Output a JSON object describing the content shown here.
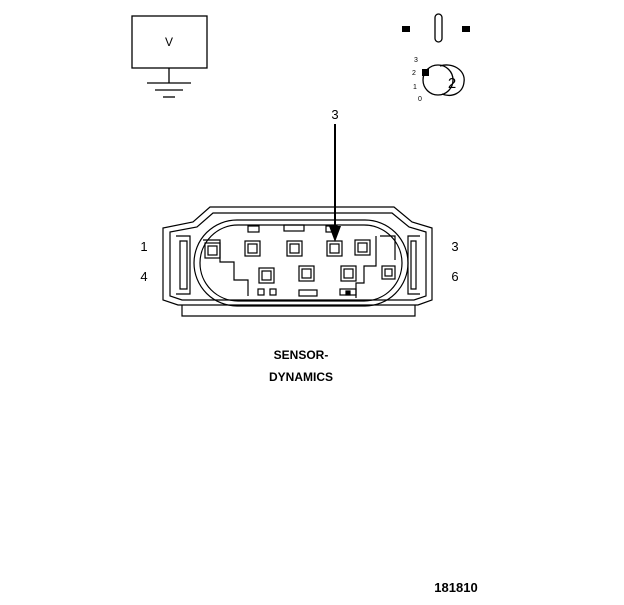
{
  "voltmeter": {
    "symbol": "V"
  },
  "ignition_switch": {
    "position_label": "2",
    "scale_marks": [
      "3",
      "2",
      "1",
      "0"
    ]
  },
  "connector": {
    "probe_pin_label": "3",
    "pin_labels_left": [
      "1",
      "4"
    ],
    "pin_labels_right": [
      "3",
      "6"
    ]
  },
  "caption": {
    "line1": "SENSOR-",
    "line2": "DYNAMICS"
  },
  "figure_number": "181810"
}
